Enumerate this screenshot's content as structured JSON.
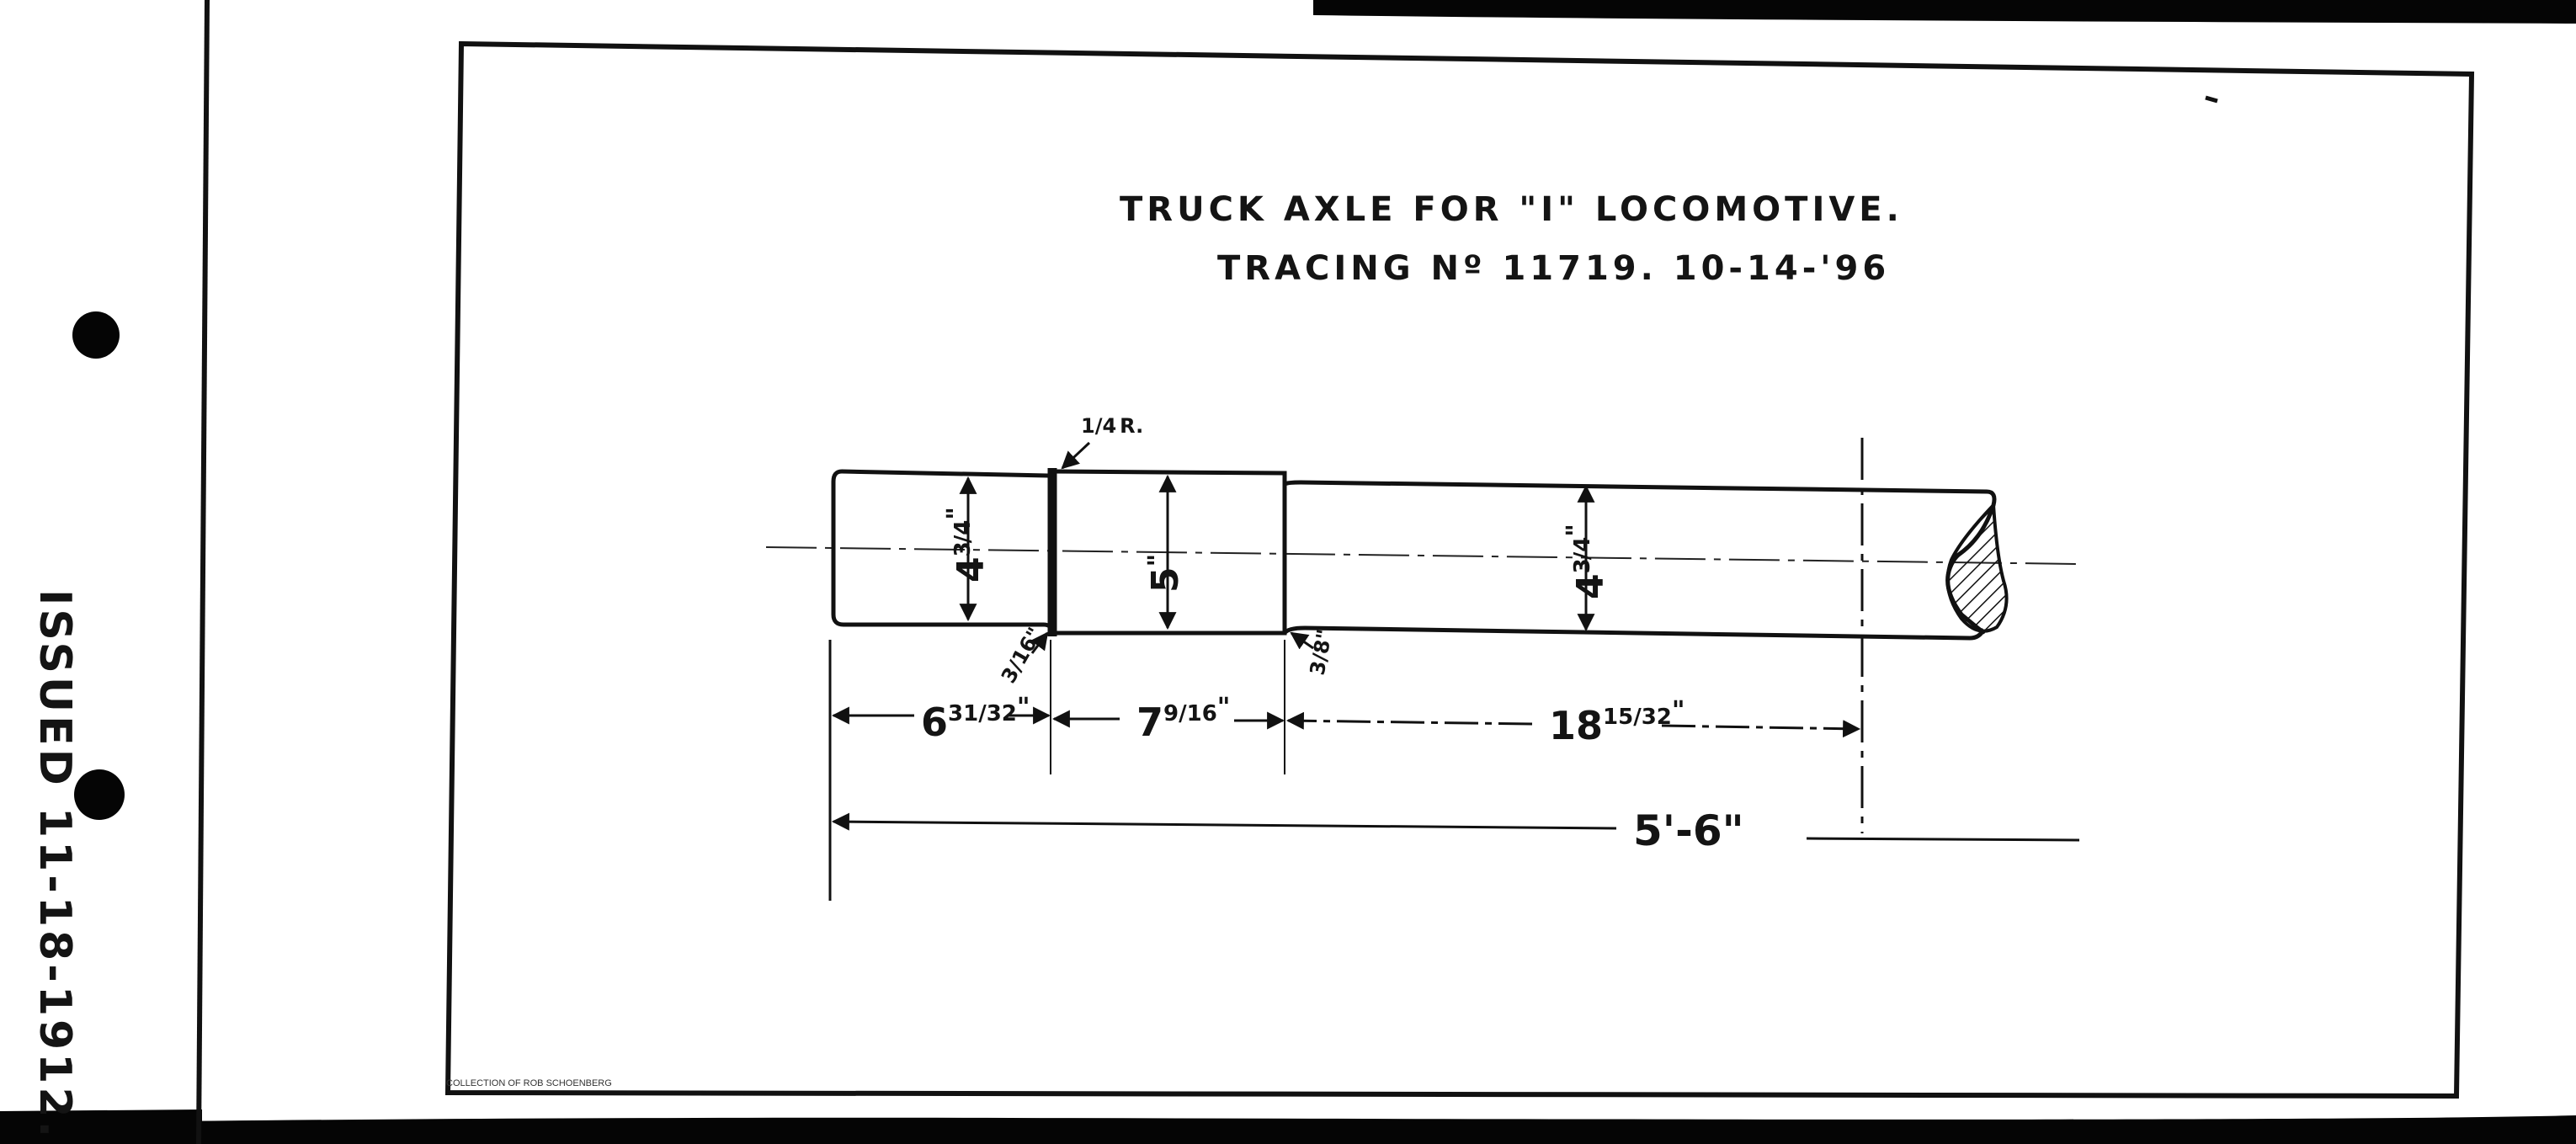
{
  "title": {
    "line1": "TRUCK AXLE FOR \"I\" LOCOMOTIVE.",
    "line2": "TRACING Nº 11719. 10-14-'96"
  },
  "margin_stamp": {
    "text": "ISSUED 11-18-1912."
  },
  "credit": "COLLECTION OF ROB SCHOENBERG",
  "dimensions": {
    "journal_dia": {
      "whole": "4",
      "num": "3",
      "den": "4",
      "unit": "\""
    },
    "wheel_seat_dia": {
      "whole": "5",
      "unit": "\""
    },
    "body_dia": {
      "whole": "4",
      "num": "3",
      "den": "4",
      "unit": "\""
    },
    "fillet_radius": {
      "num": "1",
      "den": "4",
      "suffix": "R."
    },
    "fillet_left": {
      "num": "3",
      "den": "16",
      "unit": "\""
    },
    "fillet_right": {
      "num": "3",
      "den": "8",
      "unit": "\""
    },
    "journal_length": {
      "whole": "6",
      "num": "31",
      "den": "32",
      "unit": "\""
    },
    "wheel_seat_length": {
      "whole": "7",
      "num": "9",
      "den": "16",
      "unit": "\""
    },
    "half_body_length": {
      "whole": "18",
      "num": "15",
      "den": "32",
      "unit": "\""
    },
    "half_axle_length": {
      "text": "5'-6\""
    }
  }
}
